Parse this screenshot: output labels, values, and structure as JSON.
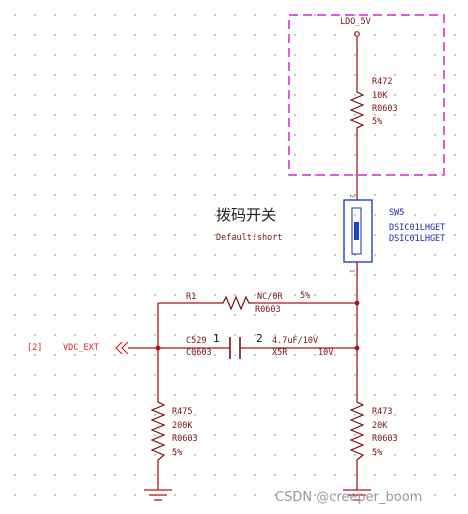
{
  "colors": {
    "wire": "#b0121b",
    "component_outline": "#7a1010",
    "switch_outline": "#2244bb",
    "net_label": "#e02020",
    "power_box": "#d02cd0",
    "grid_dot": "#b9b9b9",
    "ground": "#b0121b"
  },
  "power": {
    "net": "LDO_5V",
    "icon": "power-port-circle-icon"
  },
  "r472": {
    "ref": "R472",
    "value": "10K",
    "package": "R0603",
    "tolerance": "5%"
  },
  "sw5": {
    "ref": "SW5",
    "part1": "DSIC01LHGET",
    "part2": "DSIC01LHGET",
    "pin_top": "2",
    "pin_bottom": "1",
    "label_cn": "拨码开关",
    "default_state": "Default:short",
    "icon": "dip-switch-icon"
  },
  "r1": {
    "ref": "R1",
    "value": "NC/0R",
    "package": "R0603",
    "tolerance": "5%"
  },
  "c529": {
    "ref": "C529",
    "package": "C0603",
    "value": "4.7uF/10V",
    "dielectric": "X5R",
    "voltage": "10V",
    "pin1": "1",
    "pin2": "2"
  },
  "offsheet": {
    "sheet_ref": "[2]",
    "net": "VDC_EXT",
    "icon": "offsheet-connector-icon"
  },
  "r475": {
    "ref": "R475",
    "value": "200K",
    "package": "R0603",
    "tolerance": "5%"
  },
  "r473": {
    "ref": "R473",
    "value": "20K",
    "package": "R0603",
    "tolerance": "5%"
  },
  "grounds": [
    "ground-icon",
    "ground-icon"
  ],
  "watermark": "CSDN @creeper_boom"
}
